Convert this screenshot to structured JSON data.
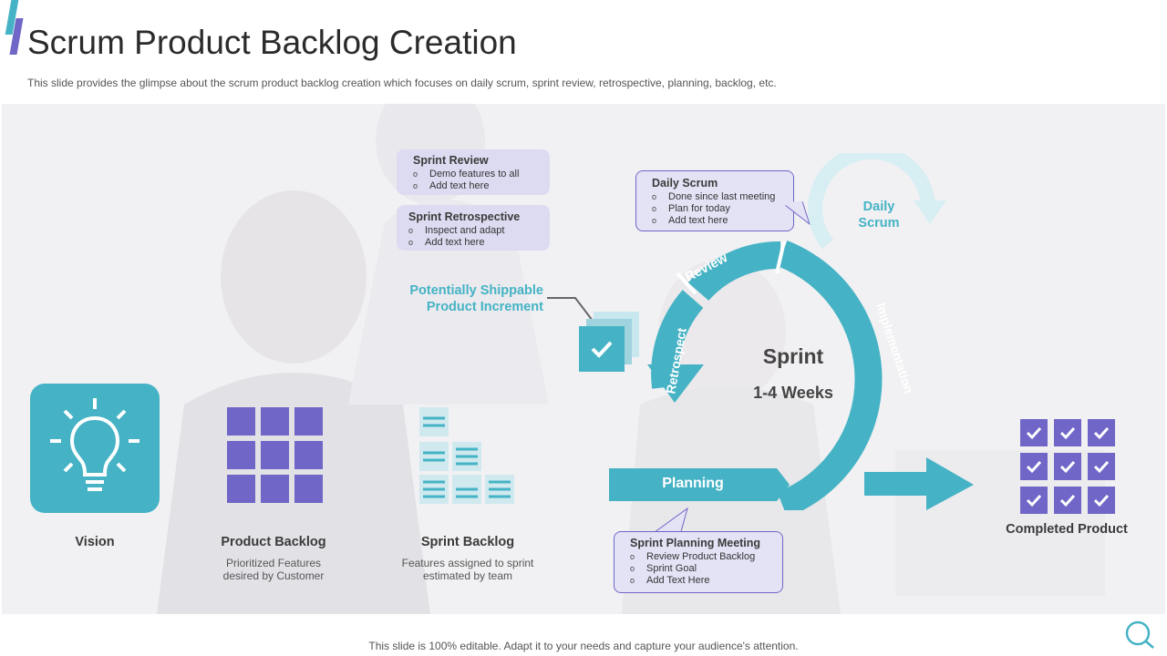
{
  "header": {
    "title": "Scrum Product Backlog Creation",
    "subtitle": "This slide provides the glimpse about the scrum product backlog creation which focuses on daily scrum, sprint review, retrospective, planning, backlog, etc."
  },
  "sprint_review": {
    "title": "Sprint Review",
    "items": [
      "Demo  features to all",
      "Add text here"
    ]
  },
  "sprint_retrospective": {
    "title": "Sprint Retrospective",
    "items": [
      "Inspect and adapt",
      "Add text here"
    ]
  },
  "daily_scrum_bubble": {
    "title": "Daily Scrum",
    "items": [
      "Done  since last meeting",
      "Plan  for today",
      "Add text here"
    ]
  },
  "daily_scrum_arrow": {
    "line1": "Daily",
    "line2": "Scrum"
  },
  "increment": {
    "line1": "Potentially Shippable",
    "line2": "Product Increment"
  },
  "cycle": {
    "review": "Review",
    "retrospect": "Retrospect",
    "implementation": "Implementation",
    "planning": "Planning",
    "sprint": "Sprint",
    "weeks": "1-4 Weeks"
  },
  "planning_meeting": {
    "title": "Sprint Planning Meeting",
    "items": [
      "Review Product Backlog",
      "Sprint Goal",
      "Add Text Here"
    ]
  },
  "vision": {
    "label": "Vision"
  },
  "product_backlog": {
    "label": "Product Backlog",
    "desc1": "Prioritized Features",
    "desc2": "desired by Customer"
  },
  "sprint_backlog": {
    "label": "Sprint Backlog",
    "desc1": "Features assigned to sprint",
    "desc2": "estimated by team"
  },
  "completed_product": {
    "label": "Completed Product"
  },
  "footer": {
    "text": "This slide is 100% editable. Adapt it to your needs and capture your audience's attention."
  },
  "colors": {
    "teal": "#45b3c5",
    "purple": "#6f66c7",
    "lavender": "#e4e3f6"
  },
  "icons": [
    "lightbulb-icon",
    "grid-icon",
    "backlog-icon",
    "checkmark-icon",
    "logo-icon"
  ]
}
